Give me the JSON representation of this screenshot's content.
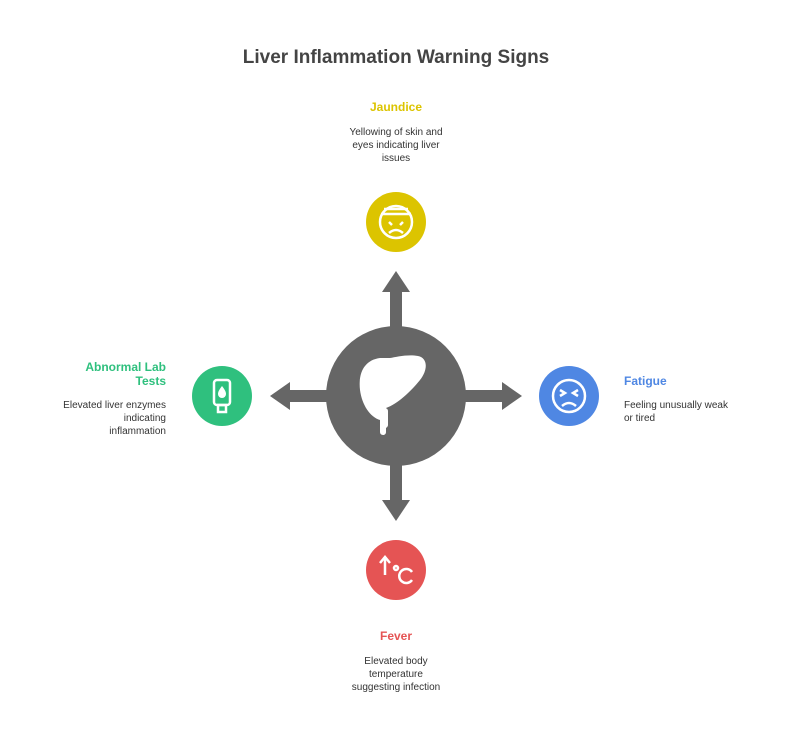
{
  "title": "Liver Inflammation Warning Signs",
  "colors": {
    "center": "#666666",
    "jaundice": "#DCC400",
    "fatigue": "#4F87E3",
    "fever": "#E55454",
    "lab": "#2FC07E",
    "arrow": "#666666"
  },
  "center_icon": "liver-icon",
  "signs": {
    "jaundice": {
      "label": "Jaundice",
      "description": [
        "Yellowing of skin and",
        "eyes indicating liver",
        "issues"
      ],
      "icon": "sick-face-bandage-icon"
    },
    "fatigue": {
      "label": "Fatigue",
      "description": [
        "Feeling unusually weak",
        "or tired"
      ],
      "icon": "tired-face-icon"
    },
    "fever": {
      "label": "Fever",
      "description": [
        "Elevated body",
        "temperature",
        "suggesting infection"
      ],
      "icon": "temperature-rise-celsius-icon"
    },
    "lab": {
      "label": [
        "Abnormal Lab",
        "Tests"
      ],
      "description": [
        "Elevated liver enzymes",
        "indicating",
        "inflammation"
      ],
      "icon": "blood-test-device-icon"
    }
  }
}
